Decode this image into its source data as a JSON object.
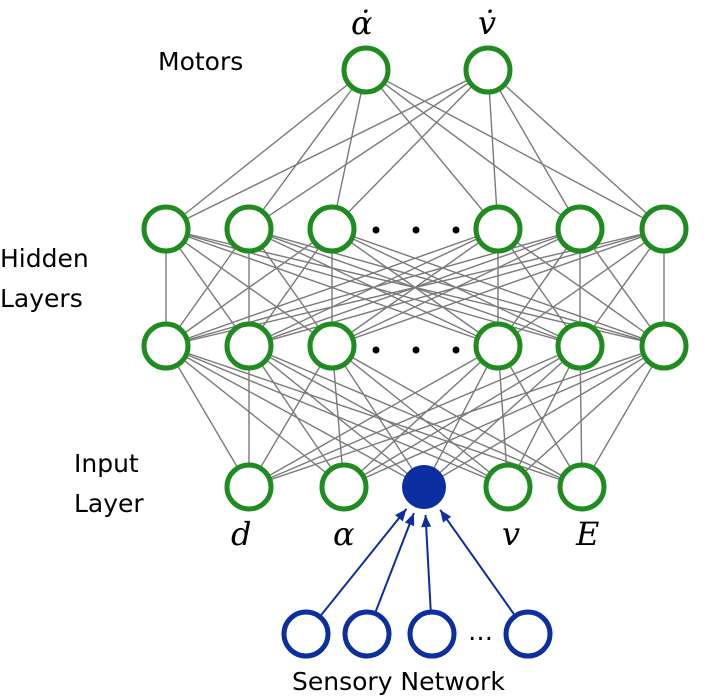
{
  "labels": {
    "motors": "Motors",
    "hidden_line1": "Hidden",
    "hidden_line2": "Layers",
    "input_line1": "Input",
    "input_line2": "Layer",
    "sensory": "Sensory Network"
  },
  "symbols": {
    "motor_1": "α̇",
    "motor_2": "v̇",
    "input_d": "d",
    "input_alpha": "α",
    "input_v": "v",
    "input_E": "E",
    "ellipsis": "...",
    "sensory_ellipsis": "…"
  },
  "colors": {
    "neuron": "#1e8c1e",
    "sensory": "#0b2fa0",
    "edge": "#7a7a7a",
    "text": "#000000"
  }
}
